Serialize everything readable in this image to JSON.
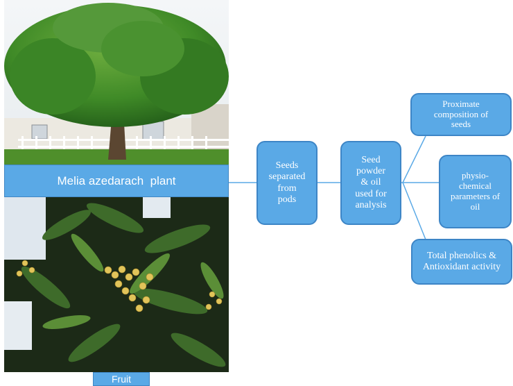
{
  "plant_label": "Melia azedarach  plant",
  "fruit_label": "Fruit",
  "steps": {
    "seeds": "Seeds\nseparated\nfrom\npods",
    "powder": "Seed\npowder\n& oil\nused for\nanalysis"
  },
  "outputs": {
    "proximate": "Proximate\ncomposition of\nseeds",
    "physio": "physio-\nchemical\nparameters of\noil",
    "phenolics": "Total phenolics  &\nAntioxidant activity"
  },
  "colors": {
    "box_fill": "#5aa9e6",
    "box_border": "#3d85c6",
    "connector": "#5aa9e6"
  }
}
